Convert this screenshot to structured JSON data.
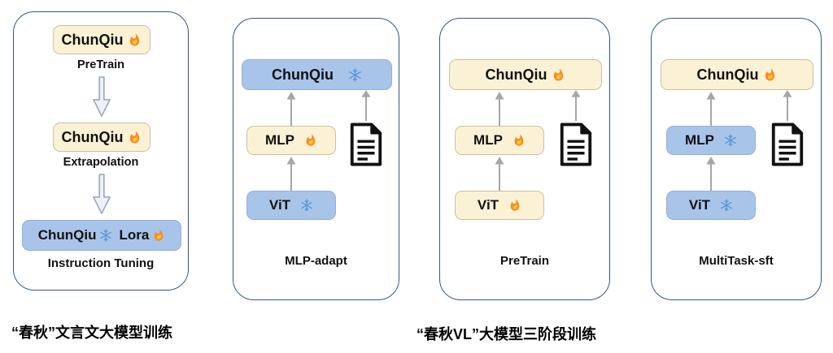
{
  "left_panel": {
    "steps": [
      {
        "label": "ChunQiu",
        "caption": "PreTrain"
      },
      {
        "label": "ChunQiu",
        "caption": "Extrapolation"
      }
    ],
    "final_box": {
      "base_label": "ChunQiu",
      "adapter_label": "Lora"
    },
    "final_caption": "Instruction Tuning"
  },
  "vl_panels": [
    {
      "top_label": "ChunQiu",
      "mlp_label": "MLP",
      "vit_label": "ViT",
      "stage": "MLP-adapt",
      "top_state": "frozen",
      "mlp_state": "trainable",
      "vit_state": "frozen"
    },
    {
      "top_label": "ChunQiu",
      "mlp_label": "MLP",
      "vit_label": "ViT",
      "stage": "PreTrain",
      "top_state": "trainable",
      "mlp_state": "trainable",
      "vit_state": "trainable"
    },
    {
      "top_label": "ChunQiu",
      "mlp_label": "MLP",
      "vit_label": "ViT",
      "stage": "MultiTask-sft",
      "top_state": "trainable",
      "mlp_state": "frozen",
      "vit_state": "frozen"
    }
  ],
  "captions": {
    "left": "“春秋”文言文大模型训练",
    "right": "“春秋VL”大模型三阶段训练"
  },
  "icons": {
    "flame": "🔥",
    "snowflake": "❄",
    "document": "📄"
  },
  "colors": {
    "cream_box": "#FBF2D5",
    "blue_box": "#A9C4E9",
    "panel_border": "#34558B",
    "arrow_gray": "#A6A6A6",
    "flame_orange": "#FF8A1E",
    "snowflake_blue": "#5B9BD5"
  }
}
